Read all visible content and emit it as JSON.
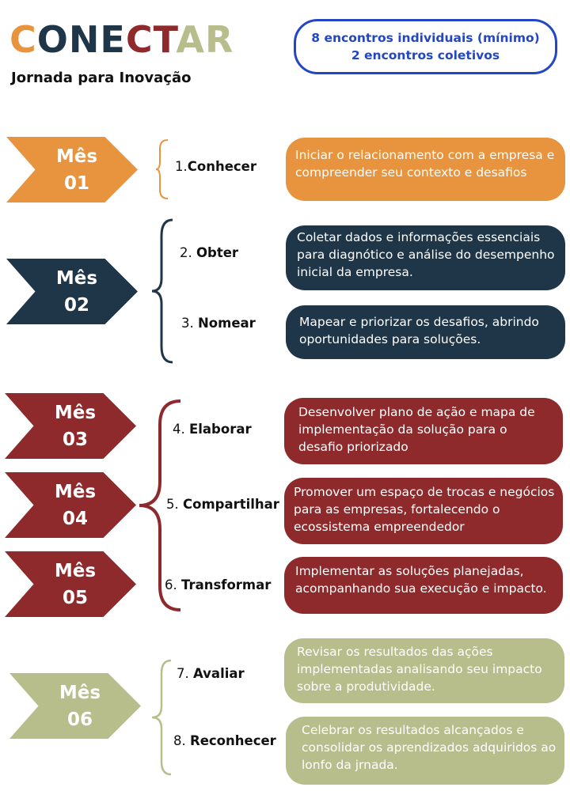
{
  "header": {
    "logo_letters": [
      {
        "char": "C",
        "color": "#e8943e"
      },
      {
        "char": "O",
        "color": "#1f3548"
      },
      {
        "char": "N",
        "color": "#1f3548"
      },
      {
        "char": "E",
        "color": "#1f3548"
      },
      {
        "char": "C",
        "color": "#8e2a2c"
      },
      {
        "char": "T",
        "color": "#8e2a2c"
      },
      {
        "char": "A",
        "color": "#b7be8c"
      },
      {
        "char": "R",
        "color": "#b7be8c"
      }
    ],
    "subtitle": "Jornada para Inovação",
    "badge_line1": "8 encontros individuais (mínimo)",
    "badge_line2": "2 encontros coletivos"
  },
  "colors": {
    "orange": "#e8943e",
    "navy": "#1f3548",
    "red": "#8e2a2c",
    "olive": "#b7be8c",
    "badge": "#2346c4"
  },
  "months": [
    {
      "label": "Mês",
      "number": "01",
      "color": "orange"
    },
    {
      "label": "Mês",
      "number": "02",
      "color": "navy"
    },
    {
      "label": "Mês",
      "number": "03",
      "color": "red"
    },
    {
      "label": "Mês",
      "number": "04",
      "color": "red"
    },
    {
      "label": "Mês",
      "number": "05",
      "color": "red"
    },
    {
      "label": "Mês",
      "number": "06",
      "color": "olive"
    }
  ],
  "steps": [
    {
      "num": "1.",
      "name": "Conhecer",
      "desc": "Iniciar o relacionamento com a empresa e compreender seu contexto e desafios"
    },
    {
      "num": "2.",
      "name": "Obter",
      "desc": "Coletar dados e informações essenciais para diagnótico e análise do desempenho inicial da empresa."
    },
    {
      "num": "3.",
      "name": "Nomear",
      "desc": "Mapear e priorizar os desafios, abrindo oportunidades para soluções."
    },
    {
      "num": "4.",
      "name": "Elaborar",
      "desc": "Desenvolver plano de ação e mapa de implementação da solução para o desafio priorizado"
    },
    {
      "num": "5.",
      "name": "Compartilhar",
      "desc": "Promover um espaço de trocas e negócios para as empresas, fortalecendo o ecossistema empreendedor"
    },
    {
      "num": "6.",
      "name": "Transformar",
      "desc": "Implementar as soluções planejadas, acompanhando sua execução e impacto."
    },
    {
      "num": "7.",
      "name": "Avaliar",
      "desc": "Revisar os resultados das ações implementadas analisando seu impacto sobre a produtividade."
    },
    {
      "num": "8.",
      "name": "Reconhecer",
      "desc": "Celebrar os resultados alcançados e consolidar os aprendizados adquiridos ao lonfo da jrnada."
    }
  ]
}
